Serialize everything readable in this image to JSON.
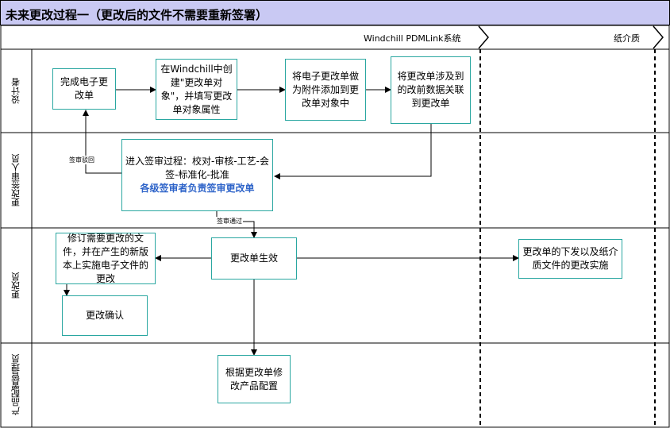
{
  "title": "未来更改过程一（更改后的文件不需要重新签署）",
  "headers": {
    "system": "Windchill PDMLink系统",
    "paper": "纸介质"
  },
  "lanes": {
    "designer": "设计者",
    "reviewer": "更改签审人员",
    "changer": "更改员",
    "config_manager": "产品配置管理员"
  },
  "boxes": {
    "complete_ecn": "完成电子更改单",
    "create_ecn": "在Windchill中创建\"更改单对象\"，并填写更改单对象属性",
    "attach_ecn": "将电子更改单做为附件添加到更改单对象中",
    "link_data": "将更改单涉及到的改前数据关联到更改单",
    "review_line1": "进入签审过程：校对-审核-工艺-会签-标准化-批准",
    "review_line2": "各级签审者负责签审更改单",
    "ecn_effective": "更改单生效",
    "revise_files": "修订需要更改的文件，并在产生的新版本上实施电子文件的更改",
    "confirm_change": "更改确认",
    "paper_issue": "更改单的下发以及纸介质文件的更改实施",
    "update_config": "根据更改单修改产品配置"
  },
  "edge_labels": {
    "reject": "签审驳回",
    "pass": "签审通过"
  },
  "colors": {
    "title_bg": "#c9c9f3",
    "box_border": "#2aa7a1",
    "highlight_text": "#2e64c9"
  }
}
